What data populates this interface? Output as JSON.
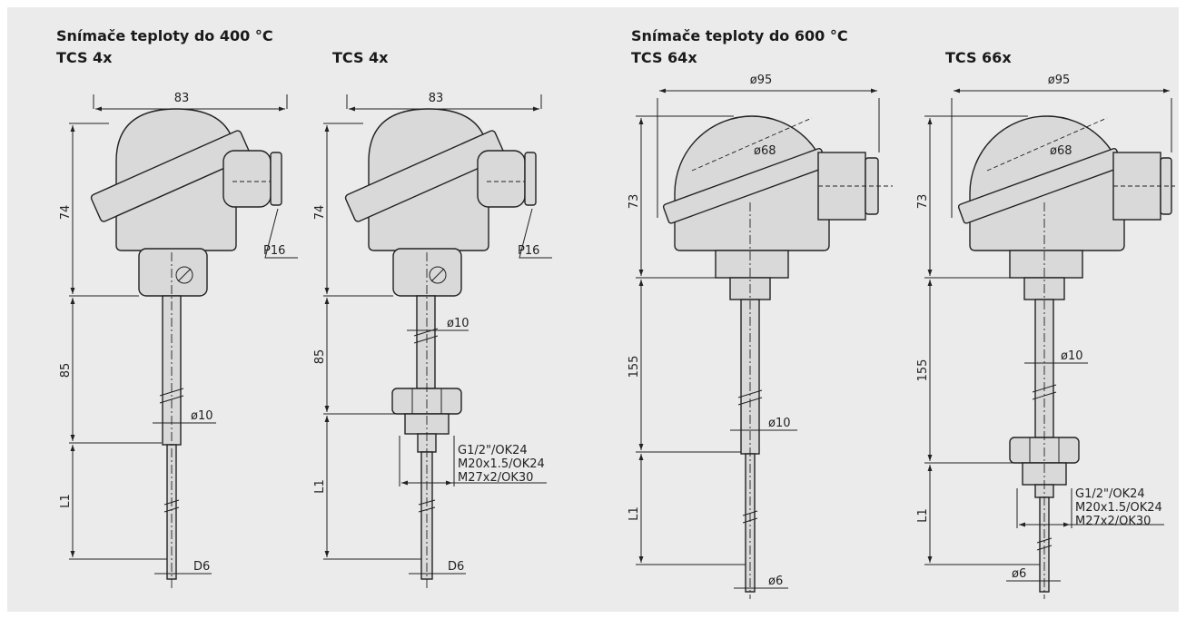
{
  "groups": [
    {
      "title": "Snímače teploty do 400 °C"
    },
    {
      "title": "Snímače teploty do 600 °C"
    }
  ],
  "sensors": [
    {
      "label": "TCS 4x",
      "head_width": "83",
      "head_height": "74",
      "cable_gland": "P16",
      "neck_length": "85",
      "tube_diameter": "ø10",
      "insertion_length": "L1",
      "tip_diameter": "D6"
    },
    {
      "label": "TCS 4x",
      "head_width": "83",
      "head_height": "74",
      "cable_gland": "P16",
      "neck_length": "85",
      "tube_diameter": "ø10",
      "insertion_length": "L1",
      "tip_diameter": "D6",
      "threads": [
        "G1/2\"/OK24",
        "M20x1.5/OK24",
        "M27x2/OK30"
      ]
    },
    {
      "label": "TCS 64x",
      "head_width": "ø95",
      "head_inner": "ø68",
      "head_height": "73",
      "neck_length": "155",
      "tube_diameter": "ø10",
      "insertion_length": "L1",
      "tip_diameter": "ø6"
    },
    {
      "label": "TCS 66x",
      "head_width": "ø95",
      "head_inner": "ø68",
      "head_height": "73",
      "neck_length": "155",
      "tube_diameter": "ø10",
      "insertion_length": "L1",
      "tip_diameter": "ø6",
      "threads": [
        "G1/2\"/OK24",
        "M20x1.5/OK24",
        "M27x2/OK30"
      ]
    }
  ]
}
